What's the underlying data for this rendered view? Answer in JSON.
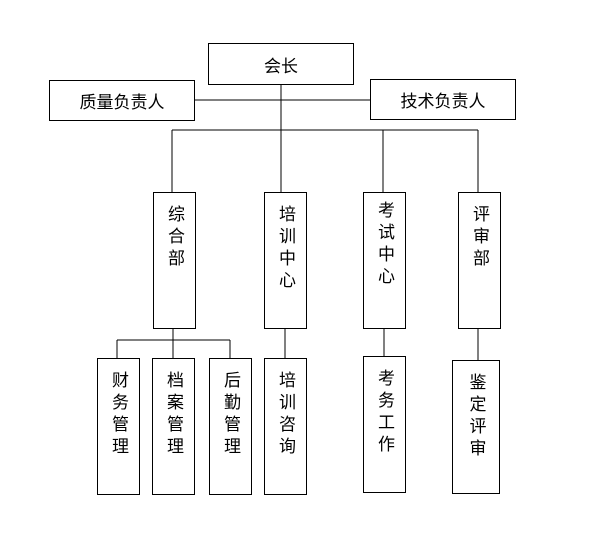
{
  "org": {
    "president": "会长",
    "quality_lead": "质量负责人",
    "tech_lead": "技术负责人",
    "departments": {
      "general": "综合部",
      "training": "培训中心",
      "exam": "考试中心",
      "review": "评审部"
    },
    "units": {
      "finance": "财务管理",
      "archives": "档案管理",
      "logistics": "后勤管理",
      "consulting": "培训咨询",
      "exam_work": "考务工作",
      "appraisal": "鉴定评审"
    }
  }
}
